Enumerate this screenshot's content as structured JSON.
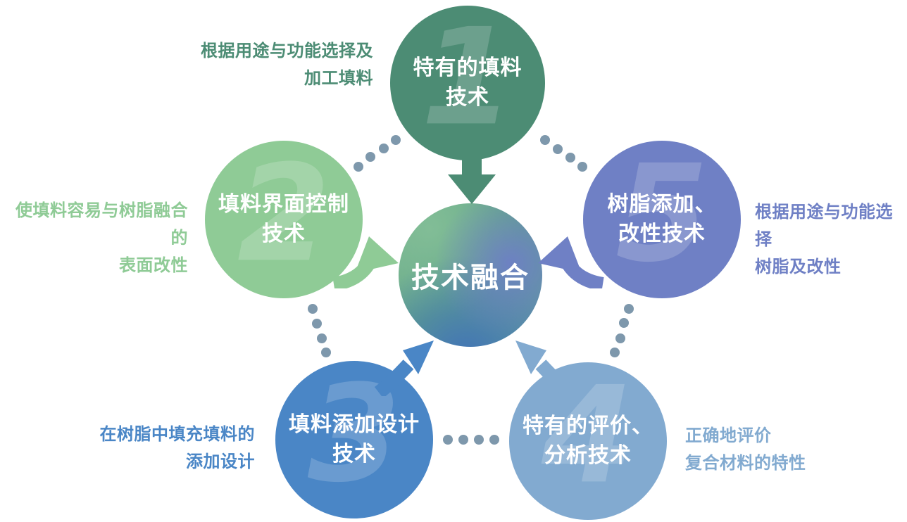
{
  "center": {
    "label": "技术融合"
  },
  "nodes": [
    {
      "number": "1",
      "title": "特有的填料\n技术",
      "note": "根据用途与功能选择及\n加工填料",
      "color": "#4C8C74"
    },
    {
      "number": "2",
      "title": "填料界面控制\n技术",
      "note": "使填料容易与树脂融合的\n表面改性",
      "color": "#8FCB96"
    },
    {
      "number": "3",
      "title": "填料添加设计\n技术",
      "note": "在树脂中填充填料的\n添加设计",
      "color": "#4A86C6"
    },
    {
      "number": "4",
      "title": "特有的评价、\n分析技术",
      "note": "正确地评价\n复合材料的特性",
      "color": "#82AAD0"
    },
    {
      "number": "5",
      "title": "树脂添加、\n改性技术",
      "note": "根据用途与功能选择\n树脂及改性",
      "color": "#6F80C5"
    }
  ],
  "colors": {
    "dot": "#7E98AC",
    "center_gradient_green": "#79B68F",
    "center_gradient_purple": "#6E7FC6",
    "center_gradient_blue": "#3F70B9"
  },
  "icons": {
    "arrows": [
      "arrow-down-icon",
      "arrow-right-icon",
      "arrow-left-icon",
      "arrow-up-right-icon",
      "arrow-up-left-icon"
    ],
    "dotted_arcs": [
      "arc-1-2",
      "arc-1-5",
      "arc-2-3",
      "arc-3-4",
      "arc-4-5"
    ]
  }
}
